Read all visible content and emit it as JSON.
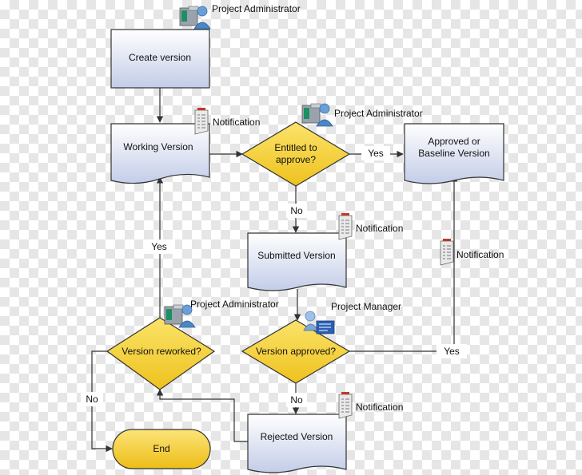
{
  "nodes": {
    "create": "Create version",
    "working": "Working Version",
    "entitled_line1": "Entitled to",
    "entitled_line2": "approve?",
    "approved_line1": "Approved or",
    "approved_line2": "Baseline Version",
    "submitted": "Submitted Version",
    "version_approved": "Version approved?",
    "version_reworked": "Version reworked?",
    "rejected": "Rejected Version",
    "end": "End"
  },
  "edges": {
    "yes_entitled": "Yes",
    "no_entitled": "No",
    "yes_approved": "Yes",
    "no_approved": "No",
    "yes_reworked": "Yes",
    "no_reworked": "No"
  },
  "annotations": {
    "project_admin_top": "Project Administrator",
    "notification_working": "Notification",
    "project_admin_entitled": "Project Administrator",
    "notification_submitted": "Notification",
    "notification_approved": "Notification",
    "project_manager": "Project Manager",
    "project_admin_reworked": "Project Administrator",
    "notification_rejected": "Notification"
  },
  "icons": [
    "administrator-icon",
    "notification-doc-icon",
    "manager-icon"
  ],
  "colors": {
    "doc_fill_top": "#ffffff",
    "doc_fill_bottom": "#c5d0ea",
    "diamond_fill": "#f7d640",
    "terminal_fill": "#f7d640",
    "stroke": "#333333"
  }
}
